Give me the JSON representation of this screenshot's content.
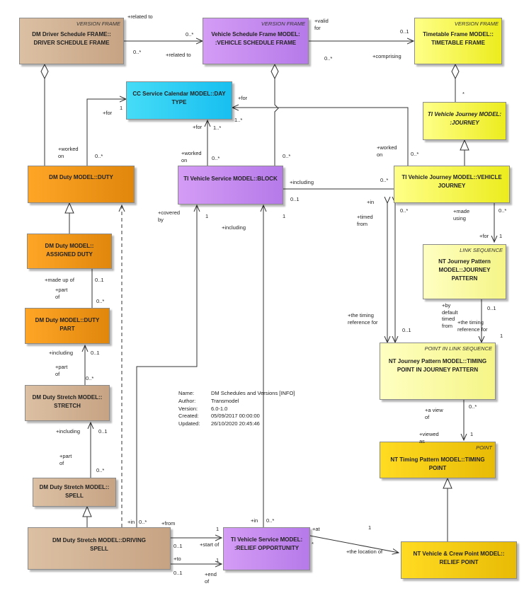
{
  "boxes": {
    "driver_schedule_frame": {
      "stereotype": "VERSION FRAME",
      "name": "DM Driver Schedule FRAME::\nDRIVER SCHEDULE FRAME"
    },
    "vehicle_schedule_frame": {
      "stereotype": "VERSION FRAME",
      "name": "Vehicle Schedule  Frame MODEL:\n:VEHICLE SCHEDULE FRAME"
    },
    "timetable_frame": {
      "stereotype": "VERSION FRAME",
      "name": "Timetable Frame MODEL::\nTIMETABLE FRAME"
    },
    "day_type": {
      "stereotype": "",
      "name": "CC Service Calendar MODEL::DAY\nTYPE"
    },
    "journey": {
      "stereotype": "",
      "name": "TI Vehicle Journey MODEL:\n:JOURNEY"
    },
    "duty": {
      "stereotype": "",
      "name": "DM Duty MODEL::DUTY"
    },
    "block": {
      "stereotype": "",
      "name": "TI Vehicle Service MODEL::BLOCK"
    },
    "vehicle_journey": {
      "stereotype": "",
      "name": "TI Vehicle Journey MODEL::VEHICLE\nJOURNEY"
    },
    "assigned_duty": {
      "stereotype": "",
      "name": "DM Duty MODEL::\nASSIGNED DUTY"
    },
    "journey_pattern": {
      "stereotype": "LINK SEQUENCE",
      "name": "NT Journey Pattern\nMODEL::JOURNEY\nPATTERN"
    },
    "duty_part": {
      "stereotype": "",
      "name": "DM Duty MODEL::DUTY\nPART"
    },
    "timing_point_in_jp": {
      "stereotype": "POINT IN LINK SEQUENCE",
      "name": "NT Journey Pattern MODEL::TIMING\nPOINT IN JOURNEY PATTERN"
    },
    "stretch": {
      "stereotype": "",
      "name": "DM Duty Stretch MODEL::\nSTRETCH"
    },
    "timing_point": {
      "stereotype": "POINT",
      "name": "NT Timing Pattern MODEL::TIMING\nPOINT"
    },
    "spell": {
      "stereotype": "",
      "name": "DM Duty Stretch MODEL::\nSPELL"
    },
    "driving_spell": {
      "stereotype": "",
      "name": "DM Duty Stretch MODEL::DRIVING\nSPELL"
    },
    "relief_opportunity": {
      "stereotype": "",
      "name": "TI Vehicle Service MODEL:\n:RELIEF OPPORTUNITY"
    },
    "relief_point": {
      "stereotype": "",
      "name": "NT Vehicle & Crew Point MODEL::\nRELIEF POINT"
    }
  },
  "labels": {
    "l01": "+related to",
    "l02": "0..*",
    "l03": "0..*",
    "l04": "+related to",
    "l05": "+valid\nfor",
    "l06": "0..1",
    "l07": "0..*",
    "l08": "+comprising",
    "l09": "1",
    "l10": "+for",
    "l11": "+for",
    "l12": "+for",
    "l13": "1..*",
    "l14": "1..*",
    "l15": "*",
    "l16": "+worked\non",
    "l17": "0..*",
    "l18": "+worked\non",
    "l19": "0..*",
    "l20": "0..*",
    "l21": "+worked\non",
    "l22": "0..*",
    "l23": "+including",
    "l24": "0..*",
    "l25": "0..1",
    "l26": "+in",
    "l27": "1",
    "l28": "+timed\nfrom",
    "l29": "0..*",
    "l30": "+made\nusing",
    "l31": "0..*",
    "l32": "+for",
    "l33": "1",
    "l34": "+covered\nby",
    "l35": "1",
    "l36": "+including",
    "l37": "+made up of",
    "l38": "0..1",
    "l39": "+part\nof",
    "l40": "0..*",
    "l41": "+by\ndefault\ntimed\nfrom",
    "l42": "0..1",
    "l43": "+the timing\nreference for",
    "l44": "1",
    "l45": "+the timing\nreference for",
    "l46": "0..1",
    "l47": "+including",
    "l48": "0..1",
    "l49": "+part\nof",
    "l50": "0..*",
    "l51": "+a view\nof",
    "l52": "0..*",
    "l53": "+viewed\nas",
    "l54": "1",
    "l55": "+including",
    "l56": "0..1",
    "l57": "+part\nof",
    "l58": "0..*",
    "l59": "+in",
    "l60": "0..*",
    "l61": "+from",
    "l62": "1",
    "l63": "0..1",
    "l64": "+start of",
    "l65": "+to",
    "l66": "1",
    "l67": "0..1",
    "l68": "+end\nof",
    "l69": "+in",
    "l70": "0..*",
    "l71": "+at",
    "l72": "*",
    "l73": "1",
    "l74": "+the location of"
  },
  "info": {
    "rows": [
      {
        "key": "Name:",
        "value": "DM Schedules and Versions [INFO]"
      },
      {
        "key": "Author:",
        "value": "Transmodel"
      },
      {
        "key": "Version:",
        "value": "6.0-1.0"
      },
      {
        "key": "Created:",
        "value": "05/09/2017 00:00:00"
      },
      {
        "key": "Updated:",
        "value": "26/10/2020 20:45:46"
      }
    ]
  }
}
